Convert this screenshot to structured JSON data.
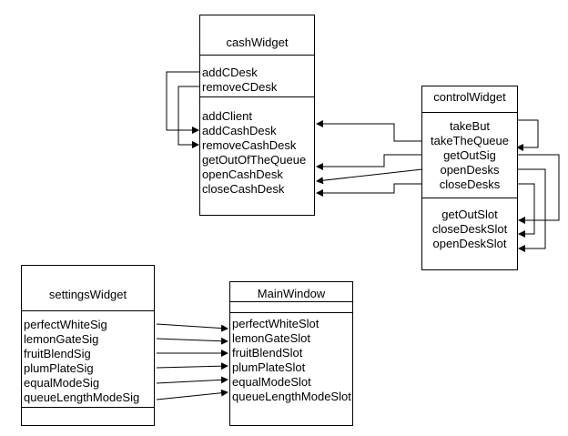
{
  "boxes": {
    "cash": {
      "title": "cashWidget",
      "signals": [
        "addCDesk",
        "removeCDesk"
      ],
      "slots": [
        "addClient",
        "addCashDesk",
        "removeCashDesk",
        "getOutOfTheQueue",
        "openCashDesk",
        "closeCashDesk"
      ]
    },
    "control": {
      "title": "controlWidget",
      "signals": [
        "takeBut",
        "takeTheQueue",
        "getOutSig",
        "openDesks",
        "closeDesks"
      ],
      "slots": [
        "getOutSlot",
        "closeDeskSlot",
        "openDeskSlot"
      ]
    },
    "settings": {
      "title": "settingsWidget",
      "signals": [
        "perfectWhiteSig",
        "lemonGateSig",
        "fruitBlendSig",
        "plumPlateSig",
        "equalModeSig",
        "queueLengthModeSig"
      ]
    },
    "main": {
      "title": "MainWindow",
      "slots": [
        "perfectWhiteSlot",
        "lemonGateSlot",
        "fruitBlendSlot",
        "plumPlateSlot",
        "equalModeSlot",
        "queueLengthModeSlot"
      ]
    }
  },
  "colors": {
    "line": "#000000",
    "background": "#ffffff"
  }
}
